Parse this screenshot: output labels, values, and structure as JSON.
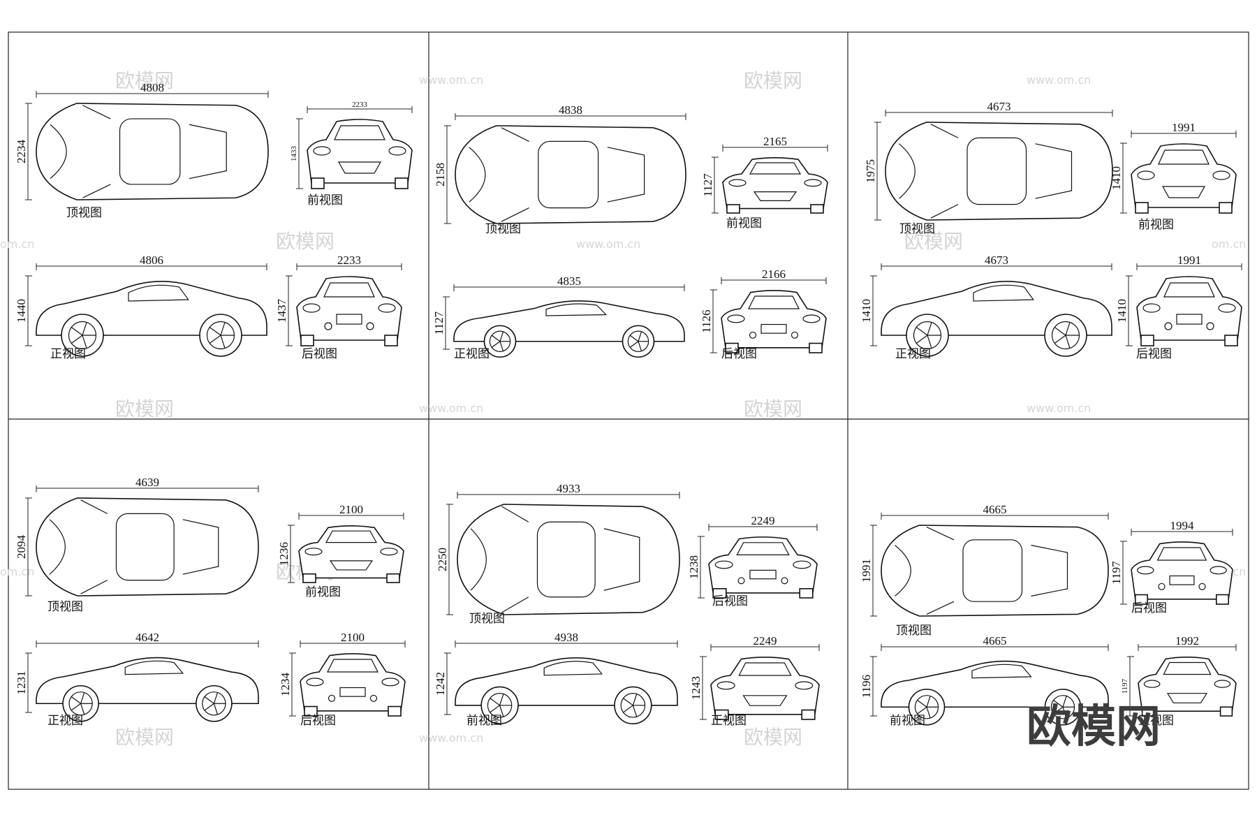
{
  "watermark": {
    "brand": "欧模网",
    "url": "www.om.cn",
    "edge_url": "om.cn"
  },
  "panels": [
    {
      "id": "p1",
      "views": [
        {
          "label": "顶视图",
          "kind": "top",
          "length": "4808",
          "width": "2234"
        },
        {
          "label": "前视图",
          "kind": "front",
          "width": "2233",
          "height": "1433",
          "small": true
        },
        {
          "label": "正视图",
          "kind": "side",
          "length": "4806",
          "height": "1440"
        },
        {
          "label": "后视图",
          "kind": "rear",
          "width": "2233",
          "height": "1437"
        }
      ]
    },
    {
      "id": "p2",
      "views": [
        {
          "label": "顶视图",
          "kind": "top",
          "length": "4838",
          "width": "2158"
        },
        {
          "label": "前视图",
          "kind": "front",
          "width": "2165",
          "height": "1127"
        },
        {
          "label": "正视图",
          "kind": "side",
          "length": "4835",
          "height": "1127"
        },
        {
          "label": "后视图",
          "kind": "rear",
          "width": "2166",
          "height": "1126"
        }
      ]
    },
    {
      "id": "p3",
      "views": [
        {
          "label": "顶视图",
          "kind": "top",
          "length": "4673",
          "width": "1975"
        },
        {
          "label": "前视图",
          "kind": "front",
          "width": "1991",
          "height": "1410"
        },
        {
          "label": "正视图",
          "kind": "side",
          "length": "4673",
          "height": "1410"
        },
        {
          "label": "后视图",
          "kind": "rear",
          "width": "1991",
          "height": "1410"
        }
      ]
    },
    {
      "id": "p4",
      "views": [
        {
          "label": "顶视图",
          "kind": "top",
          "length": "4639",
          "width": "2094"
        },
        {
          "label": "前视图",
          "kind": "front",
          "width": "2100",
          "height": "1236"
        },
        {
          "label": "正视图",
          "kind": "side",
          "length": "4642",
          "height": "1231"
        },
        {
          "label": "后视图",
          "kind": "rear",
          "width": "2100",
          "height": "1234"
        }
      ]
    },
    {
      "id": "p5",
      "views": [
        {
          "label": "顶视图",
          "kind": "top",
          "length": "4933",
          "width": "2250"
        },
        {
          "label": "后视图",
          "kind": "rear",
          "width": "2249",
          "height": "1238"
        },
        {
          "label": "前视图",
          "kind": "side",
          "length": "4938",
          "height": "1242"
        },
        {
          "label": "正视图",
          "kind": "front",
          "width": "2249",
          "height": "1243"
        }
      ]
    },
    {
      "id": "p6",
      "views": [
        {
          "label": "顶视图",
          "kind": "top",
          "length": "4665",
          "width": "1991"
        },
        {
          "label": "后视图",
          "kind": "rear",
          "width": "1994",
          "height": "1197"
        },
        {
          "label": "前视图",
          "kind": "side",
          "length": "4665",
          "height": "1196"
        },
        {
          "label": "正视图",
          "kind": "front",
          "width": "1992",
          "height": "1197",
          "small_height": true
        }
      ]
    }
  ]
}
